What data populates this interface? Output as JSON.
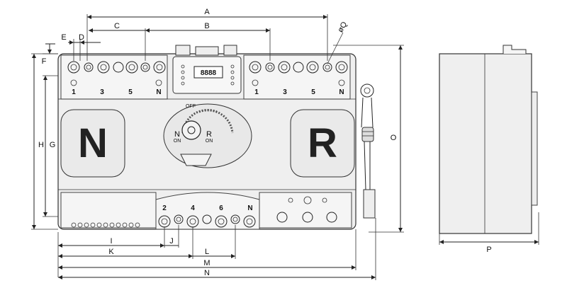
{
  "dimensions": {
    "A": "A",
    "B": "B",
    "C": "C",
    "D": "D",
    "E": "E",
    "F": "F",
    "G": "G",
    "H": "H",
    "I": "I",
    "J": "J",
    "K": "K",
    "L": "L",
    "M": "M",
    "N": "N",
    "O": "O",
    "P": "P",
    "Q": "øQ"
  },
  "panels": {
    "left": "N",
    "right": "R"
  },
  "switch": {
    "off": "OFF",
    "n": "N",
    "n_on": "ON",
    "r": "R",
    "r_on": "ON"
  },
  "display": "8888",
  "top_left_terminals": [
    "1",
    "3",
    "5",
    "N"
  ],
  "top_right_terminals": [
    "1",
    "3",
    "5",
    "N"
  ],
  "bottom_terminals": [
    "2",
    "4",
    "6",
    "N"
  ]
}
